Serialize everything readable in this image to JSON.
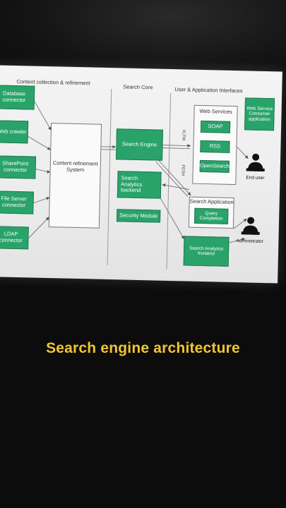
{
  "diagram": {
    "sections": {
      "collection": "Content collection & refinement",
      "core": "Search Core",
      "interfaces": "User & Application Interfaces"
    },
    "connectors": [
      "Database connector",
      "Web crawler",
      "SharePoint connector",
      "File Server connector",
      "LDAP connector"
    ],
    "refinement": "Content refinement System",
    "search_engine": "Search Engine",
    "analytics_backend": "Search Analytics backend",
    "security_module": "Security Module",
    "web_services": {
      "title": "Web Services",
      "items": [
        "SOAP",
        "RSS",
        "OpenSearch"
      ]
    },
    "consumer_app": "Web Service Consumer application",
    "search_application": "Search Application",
    "query_completion": "Query Completion",
    "analytics_frontend": "Search Analytics frontend",
    "end_user": "End user",
    "administrator": "Administrator",
    "edge_labels": [
      "XLTM",
      "FESH"
    ],
    "colors": {
      "green": "#2aa36a",
      "caption": "#f2c531"
    }
  },
  "caption": "Search engine architecture"
}
